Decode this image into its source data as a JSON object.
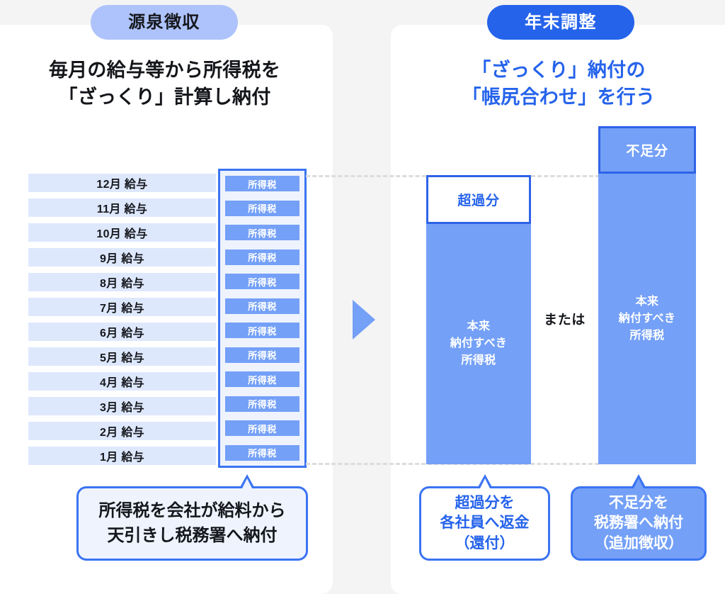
{
  "left_panel": {
    "badge": "源泉徴収",
    "heading": "毎月の給与等から所得税を\n「ざっくり」計算し納付",
    "month_rows": [
      "12月 給与",
      "11月 給与",
      "10月 給与",
      "9月 給与",
      "8月 給与",
      "7月 給与",
      "6月 給与",
      "5月 給与",
      "4月 給与",
      "3月 給与",
      "2月 給与",
      "1月 給与"
    ],
    "tax_box_label": "所得税",
    "tax_box_count": 12,
    "callout": "所得税を会社が給料から\n天引きし税務署へ納付"
  },
  "right_panel": {
    "badge": "年末調整",
    "heading": "「ざっくり」納付の\n「帳尻合わせ」を行う",
    "or_label": "または",
    "bar_overpaid": {
      "cap_label": "超過分",
      "base_label": "本来\n納付すべき\n所得税",
      "callout": "超過分を\n各社員へ返金\n（還付）"
    },
    "bar_shortfall": {
      "cap_label": "不足分",
      "base_label": "本来\n納付すべき\n所得税",
      "callout": "不足分を\n税務署へ納付\n（追加徴収）"
    }
  },
  "connector": {
    "arrow_icon": "triangle-right-icon"
  },
  "colors": {
    "background": "#f4f4f5",
    "card": "#ffffff",
    "badge_left": "#aec3fb",
    "badge_right": "#2563eb",
    "accent_blue": "#2563eb",
    "bar_blue": "#74a0f7",
    "row_blue": "#dee8fd",
    "border_blue": "#3b74f2",
    "dash_gray": "#dcdcdd"
  }
}
